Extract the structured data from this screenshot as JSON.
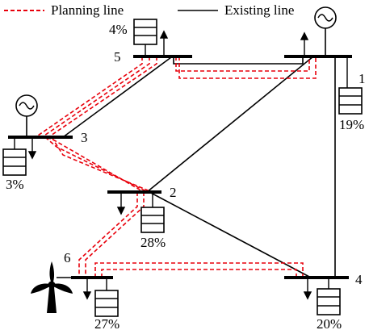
{
  "legend": {
    "planning_label": "Planning line",
    "existing_label": "Existing line",
    "planning_color": "#e8000b",
    "existing_color": "#000000"
  },
  "buses": [
    {
      "id": "bus-1",
      "label": "1"
    },
    {
      "id": "bus-2",
      "label": "2"
    },
    {
      "id": "bus-3",
      "label": "3"
    },
    {
      "id": "bus-4",
      "label": "4"
    },
    {
      "id": "bus-5",
      "label": "5"
    },
    {
      "id": "bus-6",
      "label": "6"
    }
  ],
  "loads": [
    {
      "bus": "5",
      "percent": "4%"
    },
    {
      "bus": "1",
      "percent": "19%"
    },
    {
      "bus": "3",
      "percent": "3%"
    },
    {
      "bus": "2",
      "percent": "28%"
    },
    {
      "bus": "6",
      "percent": "27%"
    },
    {
      "bus": "4",
      "percent": "20%"
    }
  ],
  "icons": [
    "generator-icon",
    "wind-turbine-icon",
    "storage-icon",
    "load-arrow-icon"
  ]
}
